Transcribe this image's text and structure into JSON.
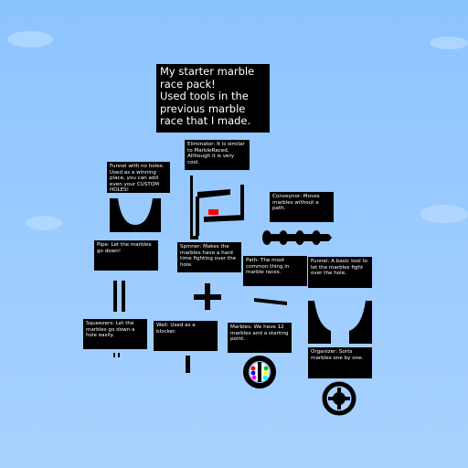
{
  "notes": {
    "title": "My starter marble race pack!\nUsed tools in the previous marble race that I made.",
    "eliminator": "Eliminator: It is similar to MarbleRaced, Although it is very cool.",
    "funnel_no_holes": "Funnel with no holes: Used as a winning place, you can add even your CUSTOM HOLES!",
    "conveyor": "Conveynor: Moves marbles without a path.",
    "pipe": "Pipe: Let the marbles go down!",
    "spinner": "Spinner: Makes the marbles have a hard time fighting over the hole.",
    "path": "Path: The most common thing in marble races.",
    "funnel": "Funnel: A basic tool to let the marbles fight over the hole.",
    "squeezers": "Squeezers: Let the marbles go down a hole easily.",
    "wall": "Wall: Used as a blocker.",
    "marbles": "Marbles: We have 12 marbles and a starting point.",
    "organizer": "Organizer: Sorts marbles one by one."
  },
  "colors": {
    "sky": "#8cc4ff",
    "note_bg": "#000000",
    "note_text": "#ffffff",
    "marble_colors": [
      "#ff0000",
      "#00c000",
      "#0000ff",
      "#ffff00",
      "#ff00ff",
      "#00ffff"
    ]
  },
  "tools": [
    "eliminator",
    "funnel-no-holes",
    "conveyor",
    "pipe",
    "spinner",
    "path",
    "funnel",
    "squeezers",
    "wall",
    "marbles",
    "organizer"
  ]
}
